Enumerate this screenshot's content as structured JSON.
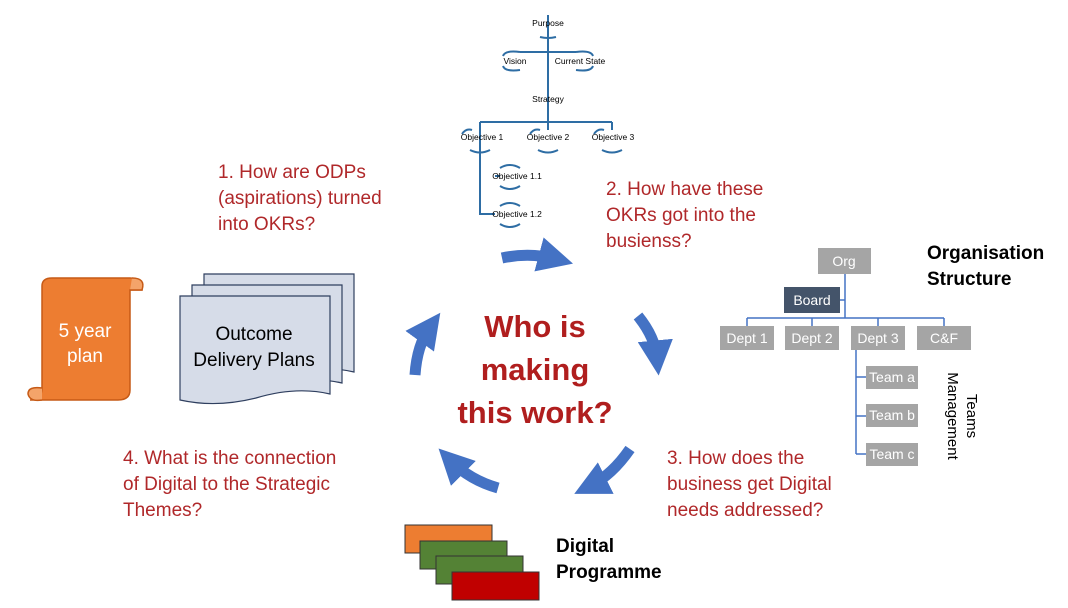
{
  "center_text": "Who is\nmaking\nthis work?",
  "questions": {
    "q1": "1. How are ODPs\n(aspirations) turned\ninto OKRs?",
    "q2": "2. How have these\nOKRs got into the\nbusienss?",
    "q3": "3. How does the\nbusiness get Digital\nneeds addressed?",
    "q4": "4. What is the connection\nof Digital to the Strategic\nThemes?"
  },
  "scroll": {
    "line1": "5 year",
    "line2": "plan"
  },
  "documents": {
    "line1": "Outcome",
    "line2": "Delivery Plans"
  },
  "okr_tree": {
    "purpose": "Purpose",
    "vision": "Vision",
    "current_state": "Current State",
    "strategy": "Strategy",
    "objectives": [
      "Objective 1",
      "Objective 2",
      "Objective 3"
    ],
    "sub_objectives": [
      "Objective 1.1",
      "Objective 1.2"
    ]
  },
  "org_chart": {
    "title": "Organisation\nStructure",
    "org": "Org",
    "board": "Board",
    "depts": [
      "Dept 1",
      "Dept 2",
      "Dept 3",
      "C&F"
    ],
    "teams": [
      "Team a",
      "Team b",
      "Team c"
    ],
    "teams_label_1": "Management",
    "teams_label_2": "Teams"
  },
  "digital_label": "Digital\nProgramme",
  "colors": {
    "question_red": "#b0282a",
    "center_red": "#b01e1e",
    "arrow_blue": "#4472c4",
    "tree_blue": "#2e6da4",
    "scroll_orange": "#ed7d31",
    "doc_fill": "#d6dce8",
    "gray_box": "#a5a5a5",
    "board_navy": "#44546a",
    "digital_green": "#548235",
    "digital_red": "#c00000"
  }
}
